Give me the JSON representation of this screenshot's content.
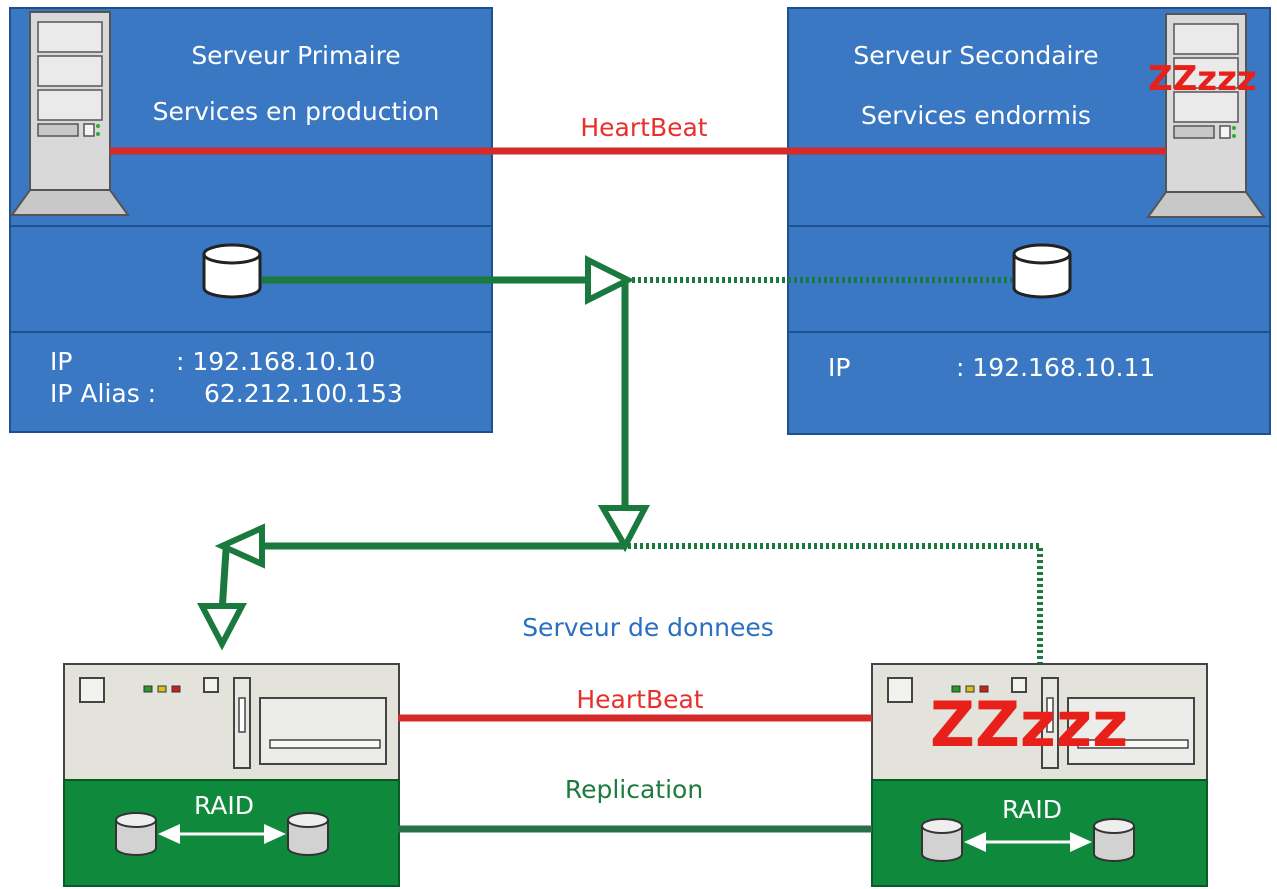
{
  "primary": {
    "title": "Serveur Primaire",
    "subtitle": "Services en production",
    "ip_label": "IP",
    "ip_value": ": 192.168.10.10",
    "alias_label": "IP Alias :",
    "alias_value": "62.212.100.153"
  },
  "secondary": {
    "title": "Serveur Secondaire",
    "subtitle": "Services endormis",
    "ip_label": "IP",
    "ip_value": ": 192.168.10.11",
    "sleep": "ZZzzz"
  },
  "links": {
    "heartbeat_top": "HeartBeat",
    "heartbeat_bottom": "HeartBeat",
    "replication": "Replication"
  },
  "data_servers": {
    "title": "Serveur de donnees",
    "raid_left": "RAID",
    "raid_right": "RAID",
    "sleep": "ZZzzz"
  },
  "colors": {
    "box_blue": "#3b78c4",
    "heartbeat_red": "#d42a2a",
    "data_green": "#1a7a3e",
    "raid_green": "#0f8a3c",
    "label_blue": "#2a6fc0"
  }
}
